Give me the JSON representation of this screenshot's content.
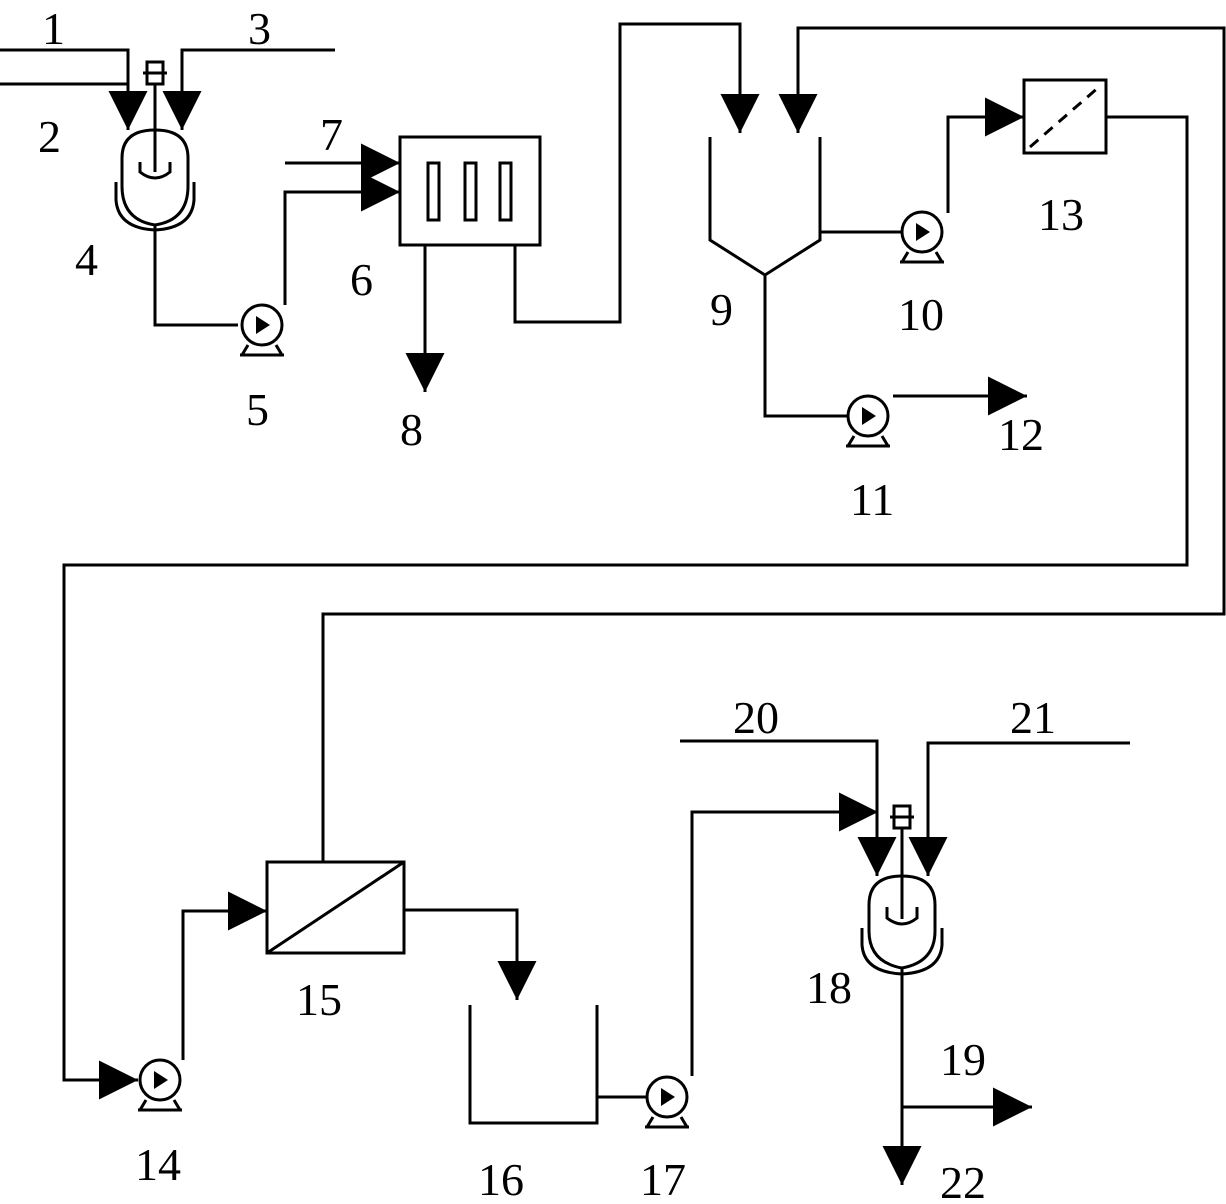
{
  "labels": {
    "n1": "1",
    "n2": "2",
    "n3": "3",
    "n4": "4",
    "n5": "5",
    "n6": "6",
    "n7": "7",
    "n8": "8",
    "n9": "9",
    "n10": "10",
    "n11": "11",
    "n12": "12",
    "n13": "13",
    "n14": "14",
    "n15": "15",
    "n16": "16",
    "n17": "17",
    "n18": "18",
    "n19": "19",
    "n20": "20",
    "n21": "21",
    "n22": "22"
  }
}
